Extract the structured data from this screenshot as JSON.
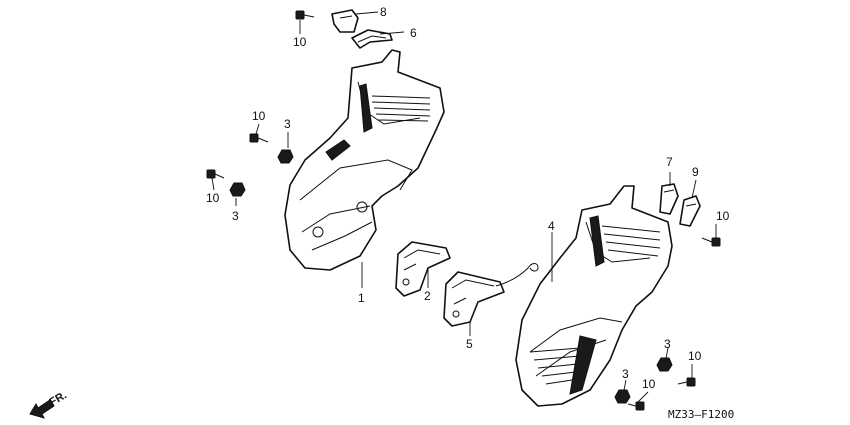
{
  "diagram": {
    "drawing_code": "MZ33—F1200",
    "direction_label": "FR.",
    "callouts": [
      {
        "id": "c1",
        "label": "1"
      },
      {
        "id": "c2",
        "label": "2"
      },
      {
        "id": "c3a",
        "label": "3"
      },
      {
        "id": "c3b",
        "label": "3"
      },
      {
        "id": "c3c",
        "label": "3"
      },
      {
        "id": "c3d",
        "label": "3"
      },
      {
        "id": "c4",
        "label": "4"
      },
      {
        "id": "c5",
        "label": "5"
      },
      {
        "id": "c6",
        "label": "6"
      },
      {
        "id": "c7",
        "label": "7"
      },
      {
        "id": "c8",
        "label": "8"
      },
      {
        "id": "c9",
        "label": "9"
      },
      {
        "id": "c10a",
        "label": "10"
      },
      {
        "id": "c10b",
        "label": "10"
      },
      {
        "id": "c10c",
        "label": "10"
      },
      {
        "id": "c10d",
        "label": "10"
      },
      {
        "id": "c10e",
        "label": "10"
      },
      {
        "id": "c10f",
        "label": "10"
      }
    ]
  }
}
